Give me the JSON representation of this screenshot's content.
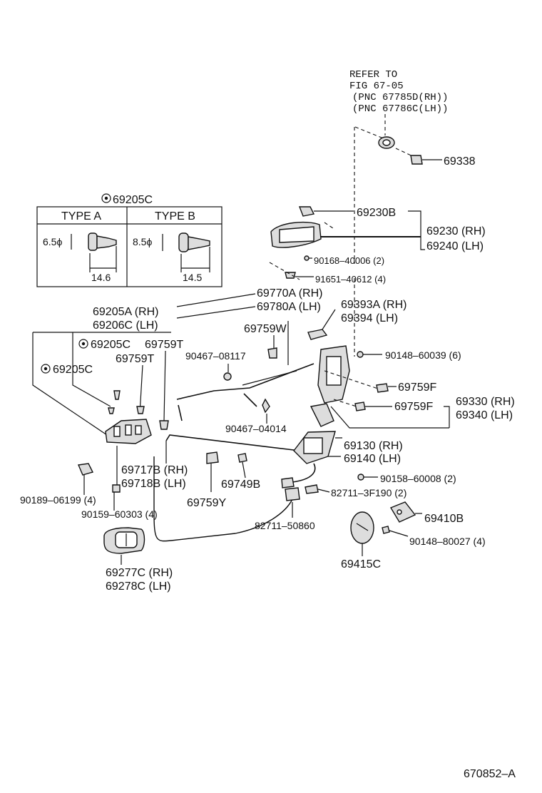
{
  "refer": {
    "line1": "REFER TO",
    "line2": "FIG 67-05",
    "line3": "(PNC 67785D(RH))",
    "line4": "(PNC 67786C(LH))"
  },
  "type_table": {
    "title": "69205C",
    "type_a": "TYPE A",
    "type_b": "TYPE B",
    "a_dia": "6.5ϕ",
    "a_len": "14.6",
    "b_dia": "8.5ϕ",
    "b_len": "14.5"
  },
  "labels": {
    "p69338": "69338",
    "p69230B": "69230B",
    "p69230": "69230 (RH)",
    "p69240": "69240 (LH)",
    "p90168": "90168–40006 (2)",
    "p91651": "91651–40612 (4)",
    "p69770A": "69770A (RH)",
    "p69780A": "69780A (LH)",
    "p69393A": "69393A (RH)",
    "p69394": "69394   (LH)",
    "p69205A": "69205A (RH)",
    "p69206C": "69206C (LH)",
    "p69205C_a": "69205C",
    "p69759T_a": "69759T",
    "p69759T_b": "69759T",
    "p69205C_b": "69205C",
    "p69759W": "69759W",
    "p90467_08117": "90467–08117",
    "p90148_60039": "90148–60039 (6)",
    "p69759F_a": "69759F",
    "p69759F_b": "69759F",
    "p69330": "69330 (RH)",
    "p69340": "69340 (LH)",
    "p90467_04014": "90467–04014",
    "p69130": "69130 (RH)",
    "p69140": "69140 (LH)",
    "p69717B": "69717B (RH)",
    "p69718B": "69718B (LH)",
    "p69749B": "69749B",
    "p90158": "90158–60008 (2)",
    "p90189": "90189–06199 (4)",
    "p90159": "90159–60303 (4)",
    "p69759Y": "69759Y",
    "p82711_3F190": "82711–3F190 (2)",
    "p82711_50860": "82711–50860",
    "p69410B": "69410B",
    "p90148_80027": "90148–80027 (4)",
    "p69277C": "69277C (RH)",
    "p69278C": "69278C (LH)",
    "p69415C": "69415C",
    "figure_code": "670852–A"
  },
  "icons": [
    "circled-dot-icon"
  ]
}
